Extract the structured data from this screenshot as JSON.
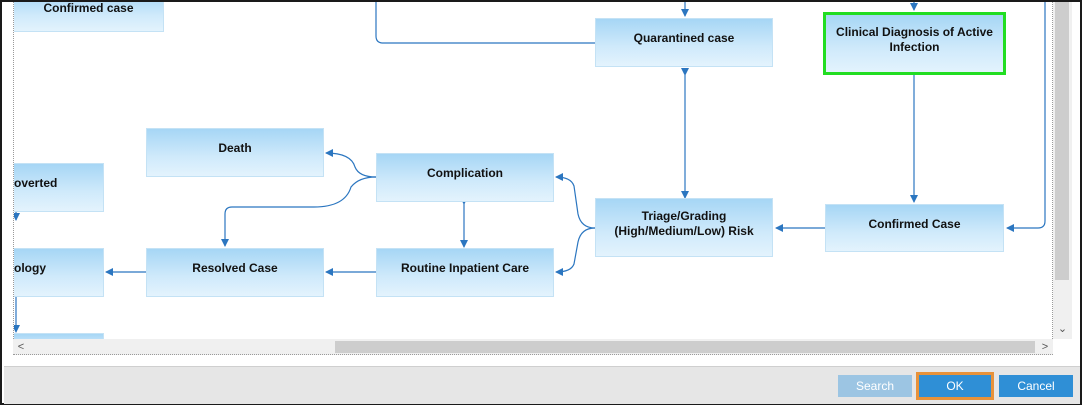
{
  "nodes": {
    "confirmed_case_top": "Confirmed case",
    "quarantined_case": "Quarantined case",
    "clinical_diagnosis": "Clinical Diagnosis of Active Infection",
    "death": "Death",
    "complication": "Complication",
    "converted": "overted",
    "triage": "Triage/Grading (High/Medium/Low) Risk",
    "confirmed_case": "Confirmed Case",
    "pathology": "ology",
    "resolved_case": "Resolved Case",
    "routine_inpatient": "Routine Inpatient Care"
  },
  "scrollbars": {
    "down_arrow": "⌄",
    "left_arrow": "<",
    "right_arrow": ">"
  },
  "buttons": {
    "search": "Search",
    "ok": "OK",
    "cancel": "Cancel"
  },
  "colors": {
    "node_fill": "#bfe2f8",
    "edge": "#2b76c0",
    "selected_border": "#22dd22",
    "primary_button": "#2f8fd6",
    "focus_ring": "#e8923a"
  }
}
